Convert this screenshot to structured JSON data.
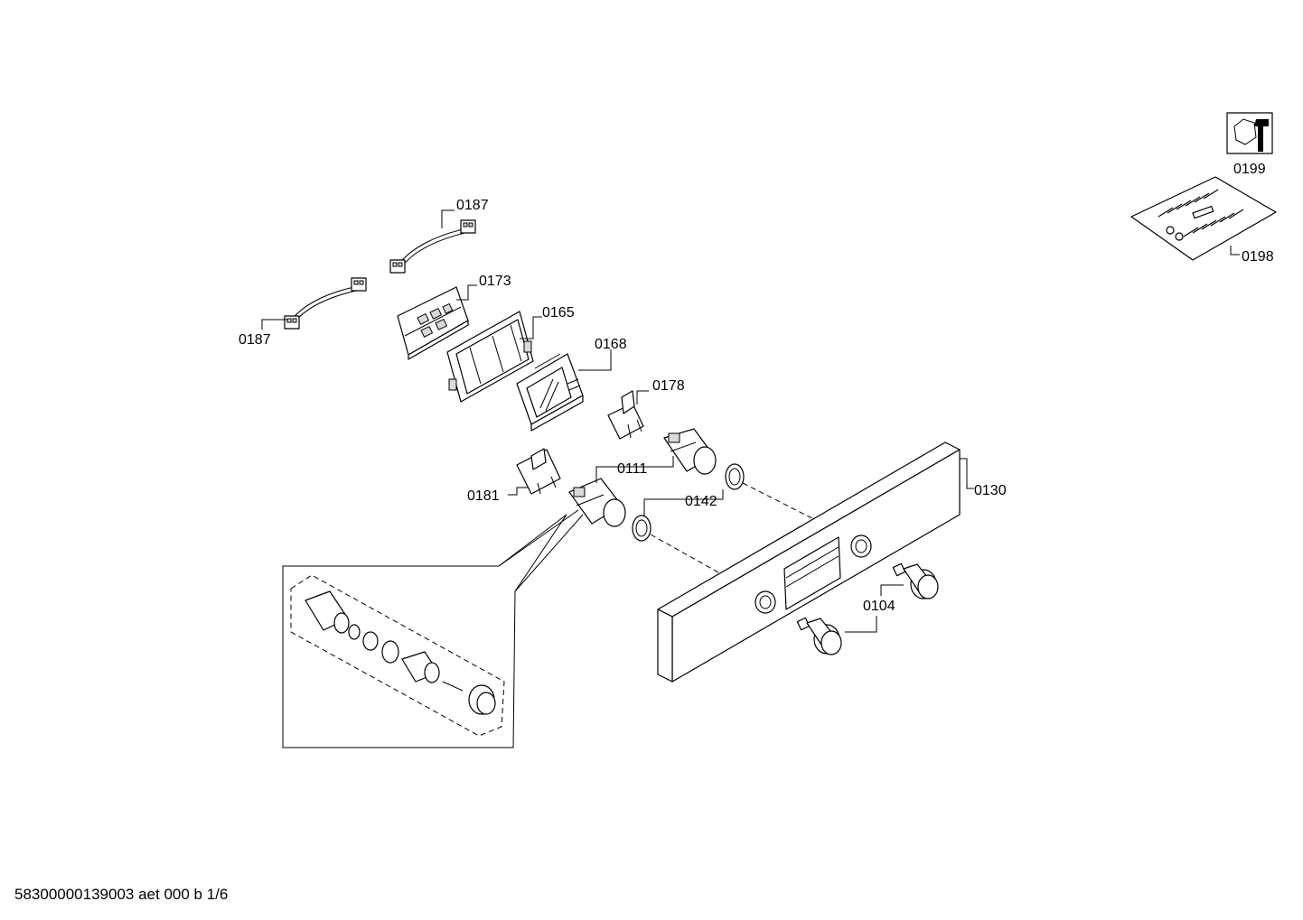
{
  "parts": {
    "p0187_top": "0187",
    "p0187_left": "0187",
    "p0173": "0173",
    "p0165": "0165",
    "p0168": "0168",
    "p0178": "0178",
    "p0111": "0111",
    "p0181": "0181",
    "p0142": "0142",
    "p0130": "0130",
    "p0104": "0104",
    "p0199": "0199",
    "p0198": "0198"
  },
  "footer": "58300000139003 aet 000 b 1/6"
}
